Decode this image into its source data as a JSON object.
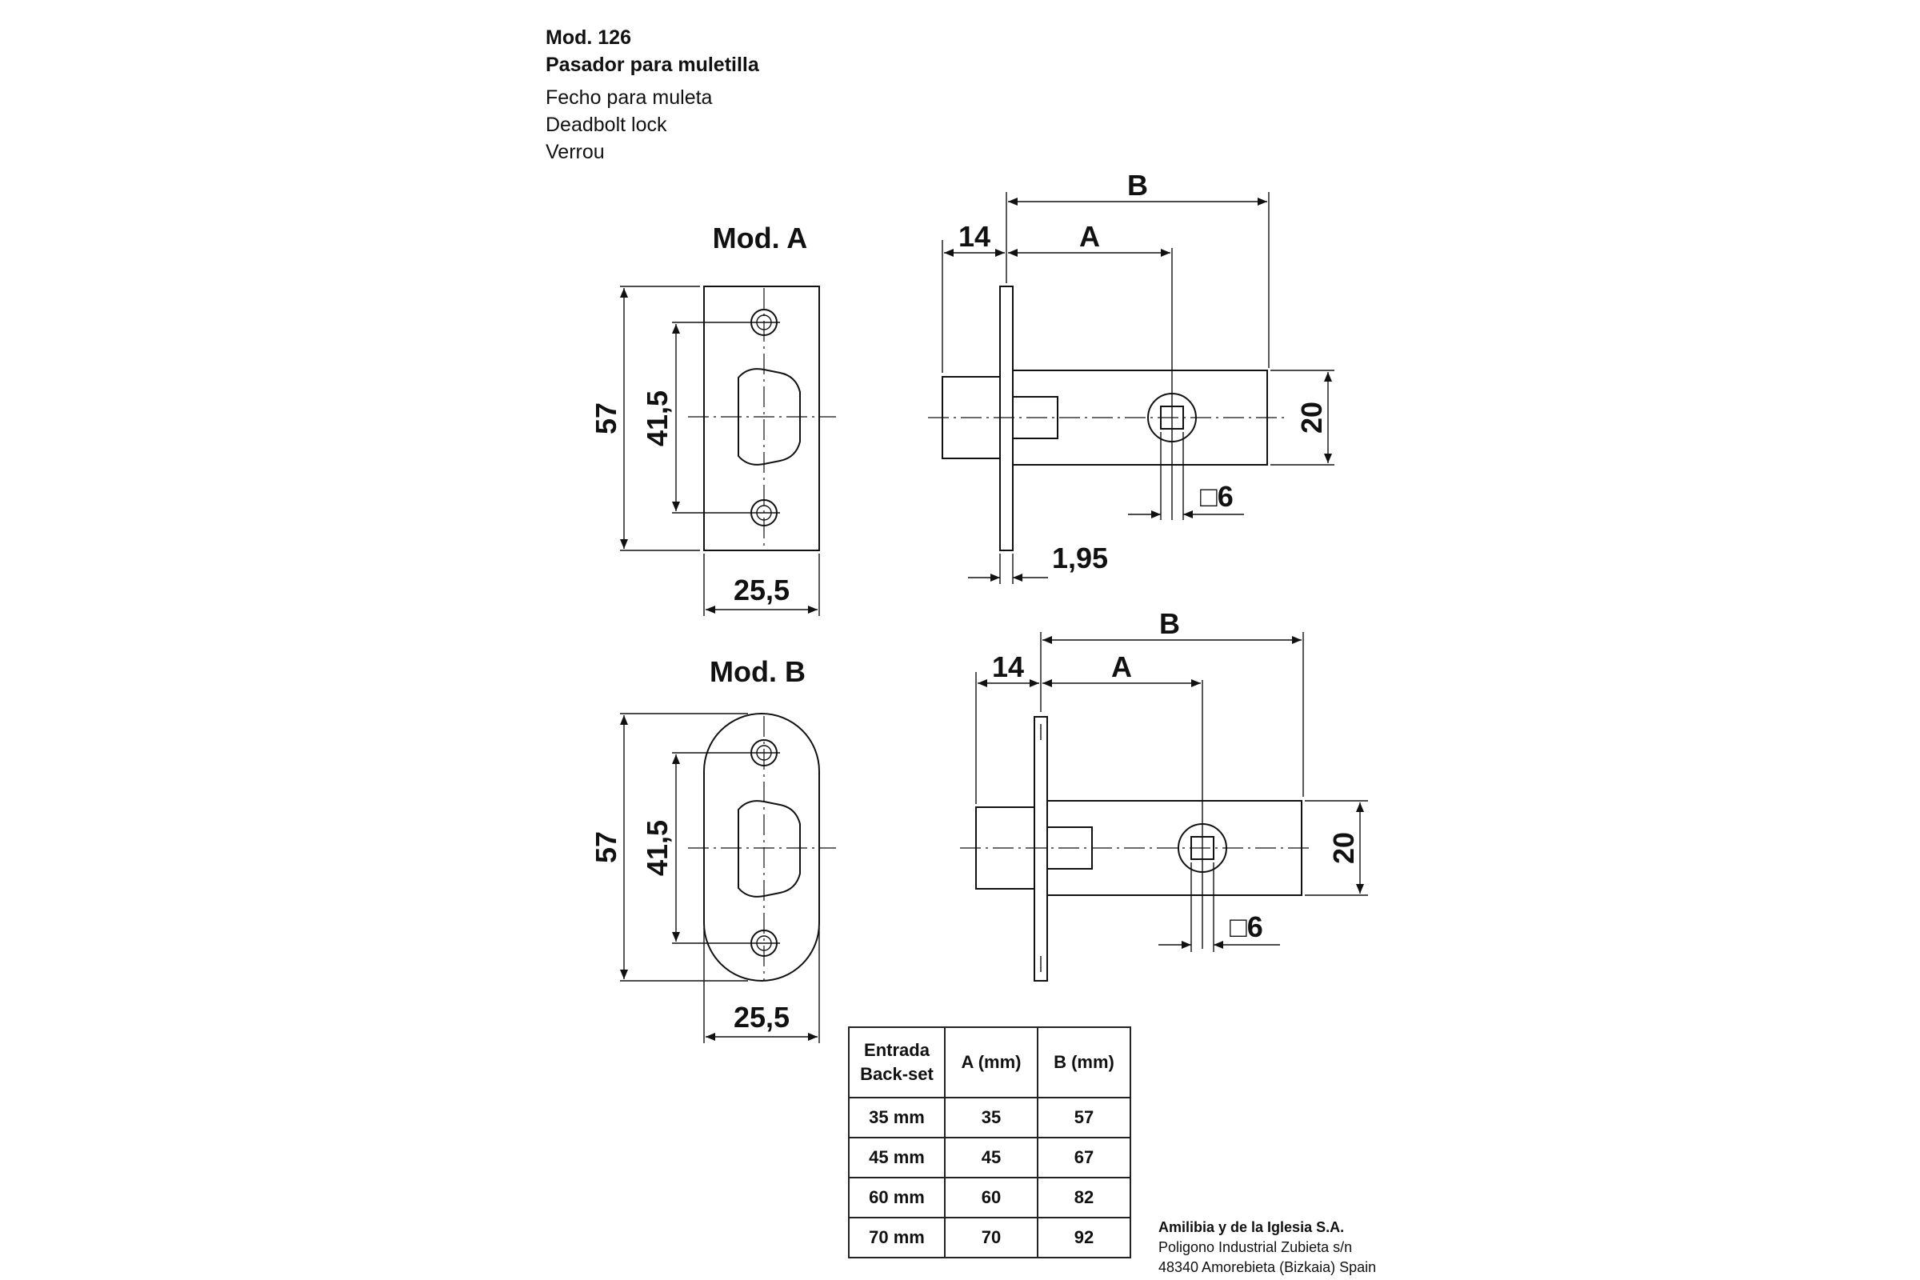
{
  "header": {
    "model": "Mod. 126",
    "name_es": "Pasador para muletilla",
    "name_pt": "Fecho para muleta",
    "name_en": "Deadbolt lock",
    "name_fr": "Verrou"
  },
  "views": {
    "mod_a": {
      "title": "Mod. A",
      "front": {
        "height": "57",
        "hole_spacing": "41,5",
        "width": "25,5"
      },
      "side": {
        "front_projection": "14",
        "backset": "A",
        "overall": "B",
        "body_height": "20",
        "spindle": "□6",
        "faceplate": "1,95"
      }
    },
    "mod_b": {
      "title": "Mod. B",
      "front": {
        "height": "57",
        "hole_spacing": "41,5",
        "width": "25,5"
      },
      "side": {
        "front_projection": "14",
        "backset": "A",
        "overall": "B",
        "body_height": "20",
        "spindle": "□6"
      }
    }
  },
  "table": {
    "headers": [
      "Entrada\nBack-set",
      "A (mm)",
      "B (mm)"
    ],
    "header_1a": "Entrada",
    "header_1b": "Back-set",
    "rows": [
      [
        "35 mm",
        "35",
        "57"
      ],
      [
        "45 mm",
        "45",
        "67"
      ],
      [
        "60 mm",
        "60",
        "82"
      ],
      [
        "70 mm",
        "70",
        "92"
      ]
    ]
  },
  "footer": {
    "company": "Amilibia y de la Iglesia S.A.",
    "address1": "Poligono Industrial Zubieta s/n",
    "address2": "48340 Amorebieta (Bizkaia) Spain"
  }
}
